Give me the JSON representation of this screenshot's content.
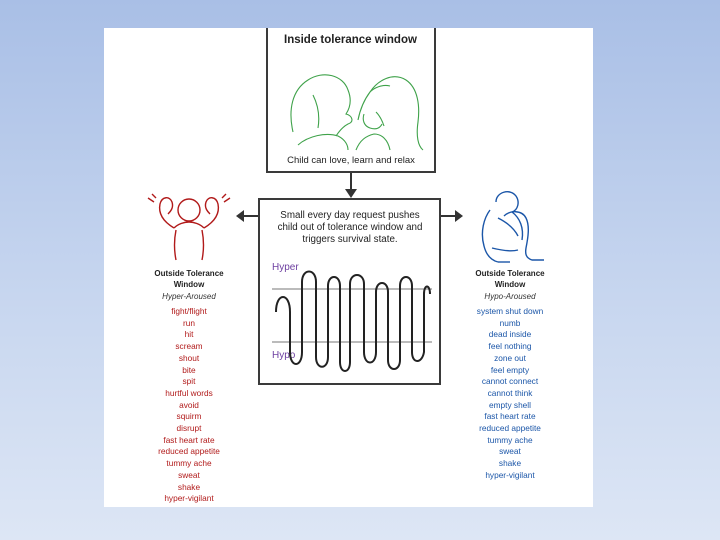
{
  "top_box": {
    "title": "Inside tolerance window",
    "caption": "Child can love, learn and relax"
  },
  "middle_box": {
    "request_text": "Small every day request pushes child out of tolerance window and triggers survival state.",
    "hyper_label": "Hyper",
    "hypo_label": "Hypo"
  },
  "left_panel": {
    "heading_line1": "Outside Tolerance",
    "heading_line2": "Window",
    "subheading": "Hyper-Aroused",
    "items": [
      "fight/flight",
      "run",
      "hit",
      "scream",
      "shout",
      "bite",
      "spit",
      "hurtful words",
      "avoid",
      "squirm",
      "disrupt",
      "fast heart rate",
      "reduced appetite",
      "tummy ache",
      "sweat",
      "shake",
      "hyper-vigilant"
    ]
  },
  "right_panel": {
    "heading_line1": "Outside Tolerance",
    "heading_line2": "Window",
    "subheading": "Hypo-Aroused",
    "items": [
      "system shut down",
      "numb",
      "dead inside",
      "feel nothing",
      "zone out",
      "feel empty",
      "cannot connect",
      "cannot think",
      "empty shell",
      "fast heart rate",
      "reduced appetite",
      "tummy ache",
      "sweat",
      "shake",
      "hyper-vigilant"
    ]
  },
  "colors": {
    "hyper": "#b11a1a",
    "hypo": "#1b56a8",
    "embrace": "#3fa24a",
    "labels": "#6d3fa0"
  },
  "icons": [
    "embrace-illustration",
    "flexing-figure-icon",
    "curled-up-figure-icon",
    "arrow-down-icon",
    "arrow-left-icon",
    "arrow-right-icon"
  ]
}
